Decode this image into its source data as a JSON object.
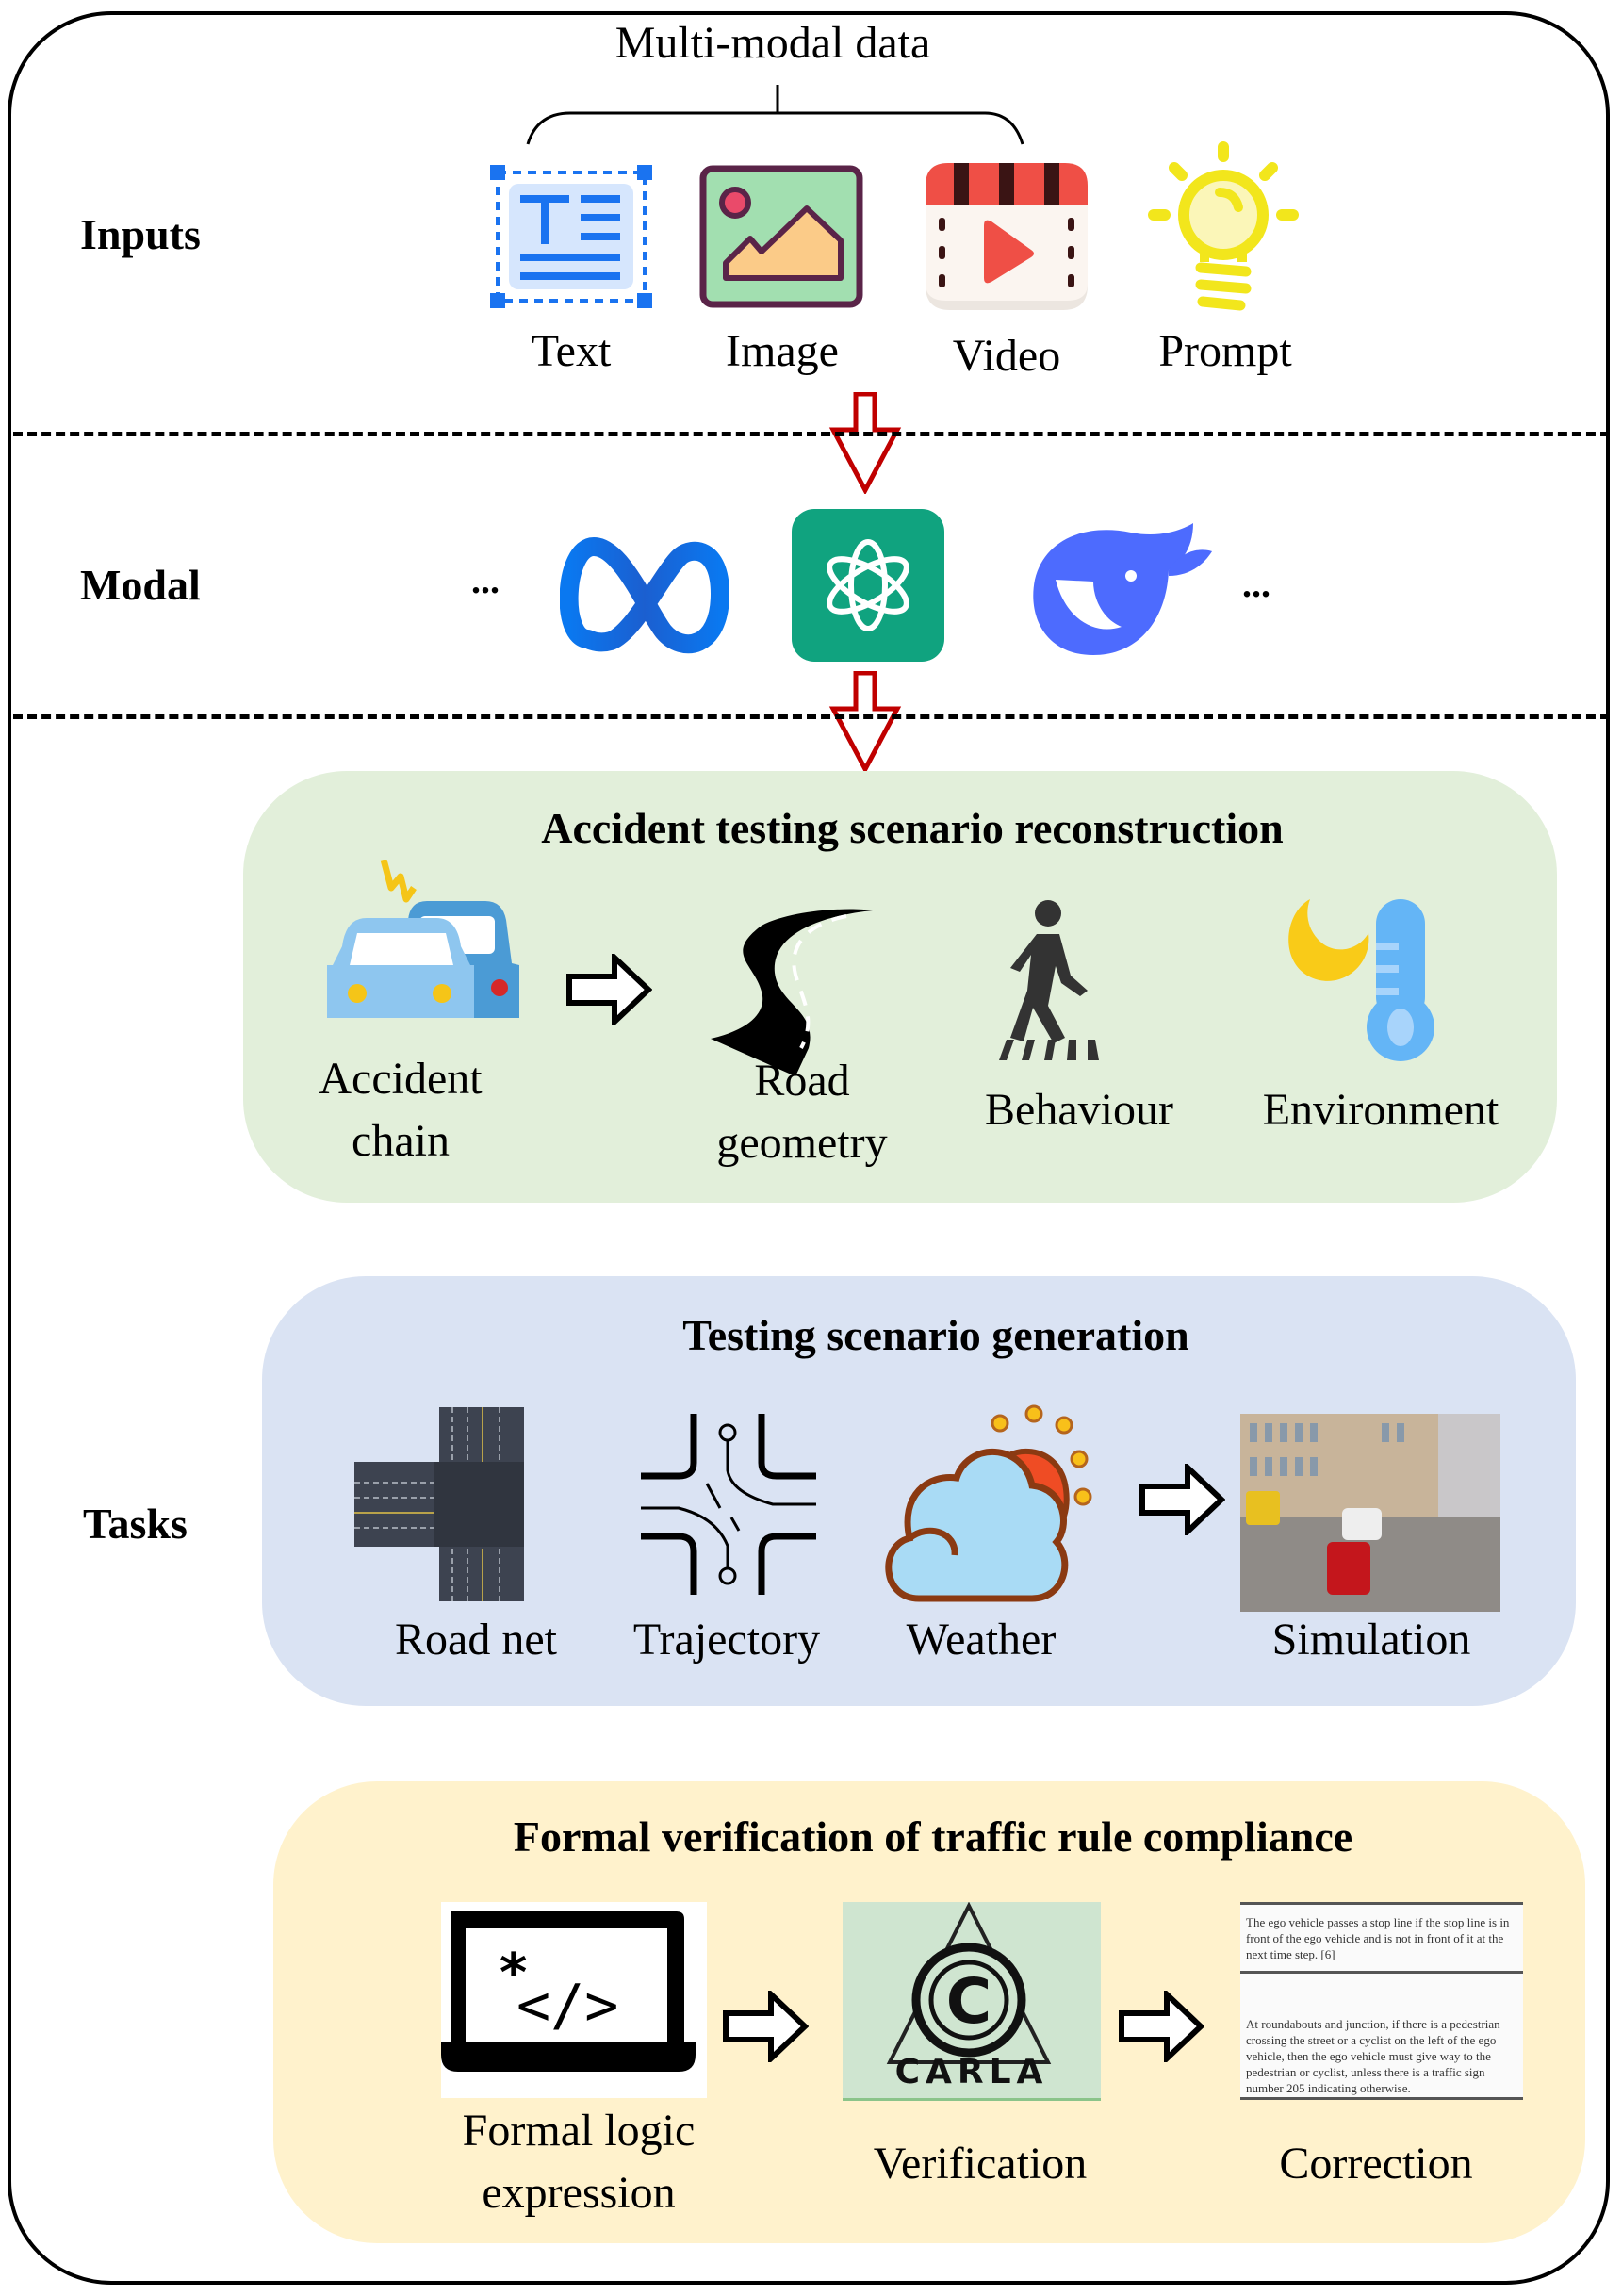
{
  "header": {
    "multimodal_label": "Multi-modal data"
  },
  "sections": {
    "inputs": {
      "label": "Inputs",
      "items": [
        {
          "label": "Text",
          "icon": "text-document-icon"
        },
        {
          "label": "Image",
          "icon": "image-icon"
        },
        {
          "label": "Video",
          "icon": "video-icon"
        },
        {
          "label": "Prompt",
          "icon": "lightbulb-icon"
        }
      ]
    },
    "modal": {
      "label": "Modal",
      "ellipsis": "...",
      "models": [
        {
          "name": "Meta",
          "icon": "meta-logo-icon"
        },
        {
          "name": "ChatGPT",
          "icon": "openai-logo-icon"
        },
        {
          "name": "DeepSeek",
          "icon": "deepseek-whale-icon"
        }
      ]
    },
    "tasks": {
      "label": "Tasks",
      "panels": [
        {
          "title": "Accident testing scenario reconstruction",
          "color": "#e2efda",
          "items": [
            {
              "label_line1": "Accident",
              "label_line2": "chain",
              "icon": "car-crash-icon"
            },
            {
              "label_line1": "Road",
              "label_line2": "geometry",
              "icon": "winding-road-icon"
            },
            {
              "label_line1": "Behaviour",
              "icon": "pedestrian-crossing-icon"
            },
            {
              "label_line1": "Environment",
              "icon": "moon-thermometer-icon"
            }
          ]
        },
        {
          "title": "Testing scenario generation",
          "color": "#dae3f3",
          "items": [
            {
              "label": "Road net",
              "icon": "road-network-icon"
            },
            {
              "label": "Trajectory",
              "icon": "trajectory-icon"
            },
            {
              "label": "Weather",
              "icon": "cloud-sun-icon"
            },
            {
              "label": "Simulation",
              "icon": "simulation-screenshot"
            }
          ]
        },
        {
          "title": "Formal verification of traffic rule compliance",
          "color": "#fff2cc",
          "items": [
            {
              "label_line1": "Formal logic",
              "label_line2": "expression",
              "icon": "code-laptop-icon"
            },
            {
              "label": "Verification",
              "icon": "carla-logo-icon",
              "logo_text": "CARLA"
            },
            {
              "label": "Correction",
              "icon": "rule-document"
            }
          ],
          "correction_doc": {
            "rule1": "The ego vehicle passes a stop line if the stop line is in front of the ego vehicle and is not in front of it at the next time step. [6]",
            "rule2": "At roundabouts and junction, if there is a pedestrian crossing the street or a cyclist on the left of the ego vehicle, then the ego vehicle must give way to the pedestrian or cyclist, unless there is a traffic sign number 205 indicating otherwise."
          }
        }
      ]
    }
  },
  "colors": {
    "arrow_red": "#c00000",
    "meta_blue": "#0a6cff",
    "openai_green": "#10a37f",
    "deepseek_blue": "#4d6bfe"
  }
}
